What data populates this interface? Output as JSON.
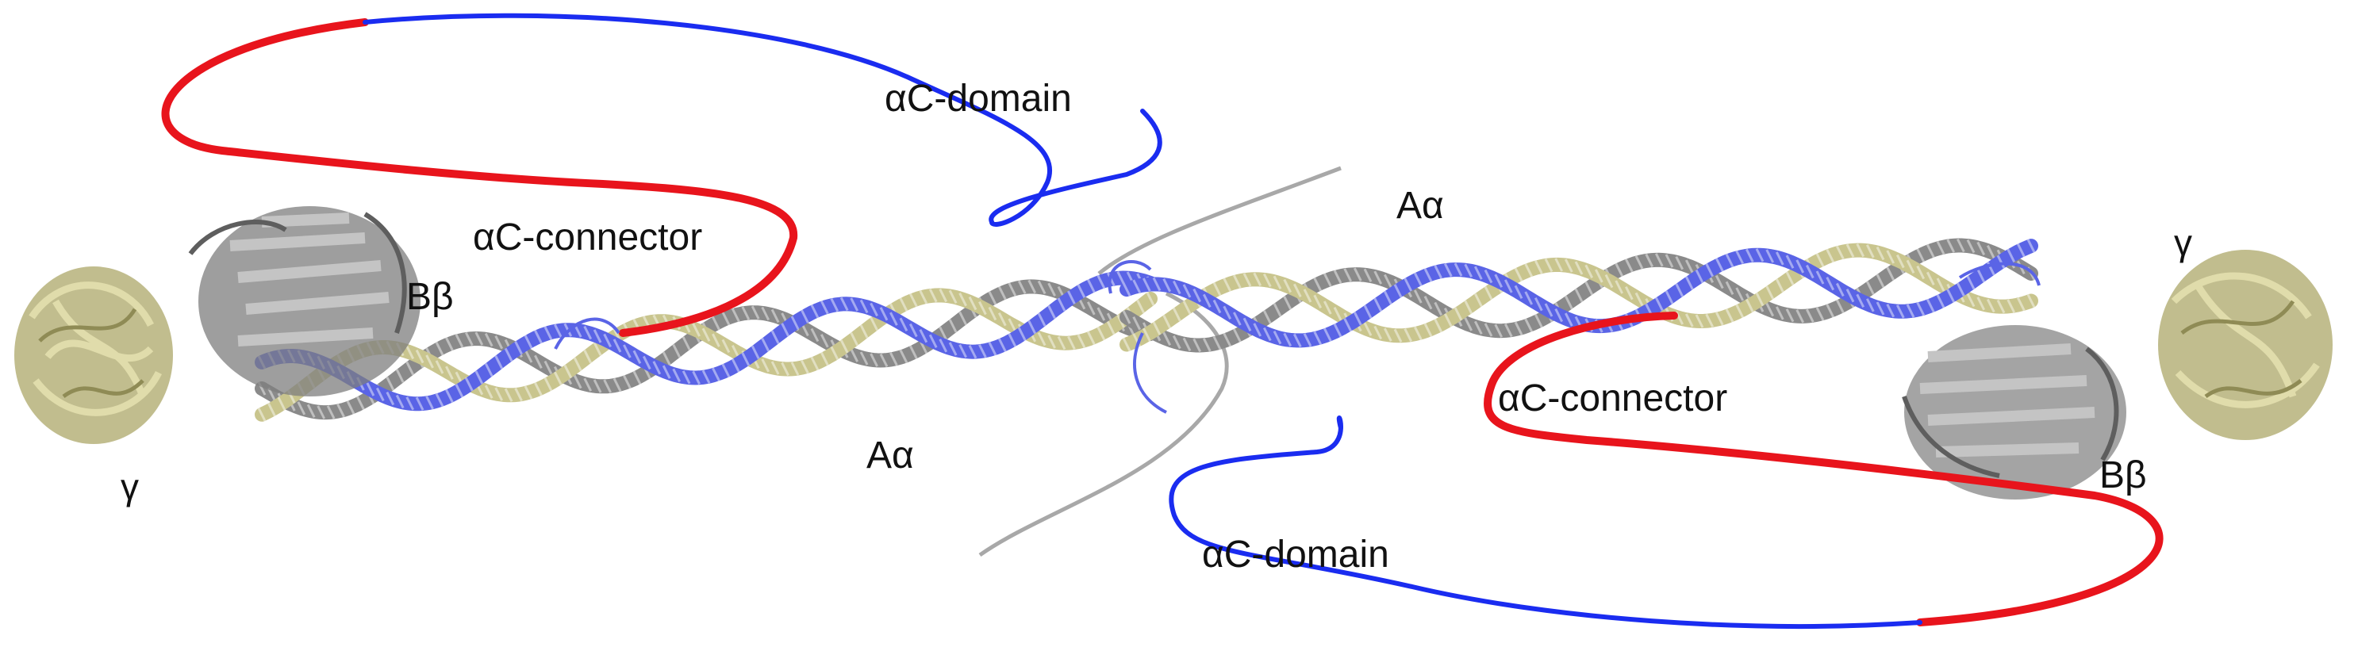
{
  "labels": {
    "ac_domain_top": "αC-domain",
    "ac_connector_left": "αC-connector",
    "bbeta_left": "Bβ",
    "gamma_left": "γ",
    "aalpha_lower": "Aα",
    "aalpha_upper": "Aα",
    "gamma_right": "γ",
    "ac_connector_right": "αC-connector",
    "bbeta_right": "Bβ",
    "ac_domain_bottom": "αC-domain"
  },
  "colors": {
    "ac_domain": "#1a2cf0",
    "ac_connector": "#e8141c",
    "chain_alpha": "#5a64e6",
    "chain_beta": "#8a8a8a",
    "chain_gamma": "#c9c58e",
    "gamma_globule": "#b6b27a",
    "bbeta_globule": "#7d7d7d",
    "center_outline": "#a8a8a8"
  }
}
